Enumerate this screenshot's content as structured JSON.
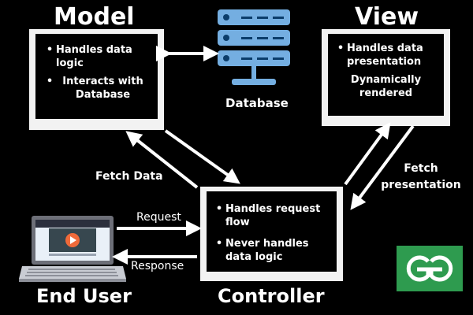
{
  "model": {
    "title": "Model",
    "bullets": [
      "Handles data logic",
      "Interacts with Database"
    ]
  },
  "view": {
    "title": "View",
    "bullet": "Handles data presentation",
    "note": "Dynamically rendered"
  },
  "database": {
    "label": "Database"
  },
  "controller": {
    "title": "Controller",
    "bullets": [
      "Handles request flow",
      "Never handles data logic"
    ]
  },
  "end_user": {
    "label": "End User"
  },
  "edges": {
    "fetch_data": "Fetch Data",
    "fetch_presentation": "Fetch presentation",
    "request": "Request",
    "response": "Response"
  },
  "colors": {
    "background": "#000000",
    "monitor_frame": "#f2f2f2",
    "database_blue": "#74aee1",
    "logo_green": "#2e9b4f"
  },
  "icons": [
    "database-icon",
    "laptop-icon",
    "play-icon",
    "gfg-logo"
  ]
}
